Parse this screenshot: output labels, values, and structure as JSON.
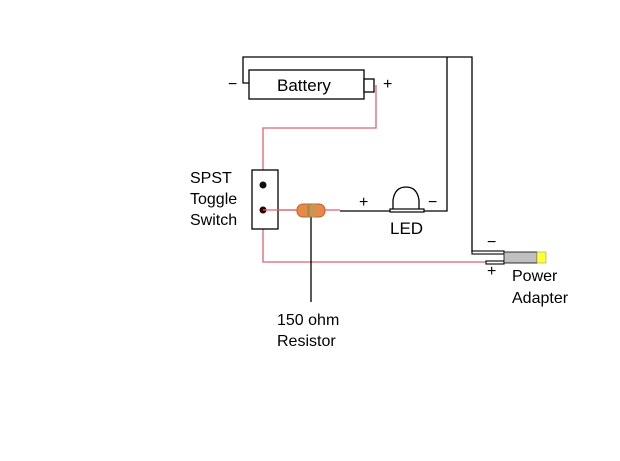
{
  "labels": {
    "battery": "Battery",
    "switch": [
      "SPST",
      "Toggle",
      "Switch"
    ],
    "led": "LED",
    "resistor": [
      "150 ohm",
      "Resistor"
    ],
    "adapter": [
      "Power",
      "Adapter"
    ]
  },
  "signs": {
    "battery_minus": "−",
    "battery_plus": "+",
    "led_plus": "+",
    "led_minus": "−",
    "adapter_minus": "−",
    "adapter_plus": "+"
  },
  "colors": {
    "positive_wire": "#e06070",
    "negative_wire": "#000000",
    "resistor_body": "#e8884a",
    "adapter_body": "#c0c0c0",
    "adapter_tip": "#ffff33"
  }
}
